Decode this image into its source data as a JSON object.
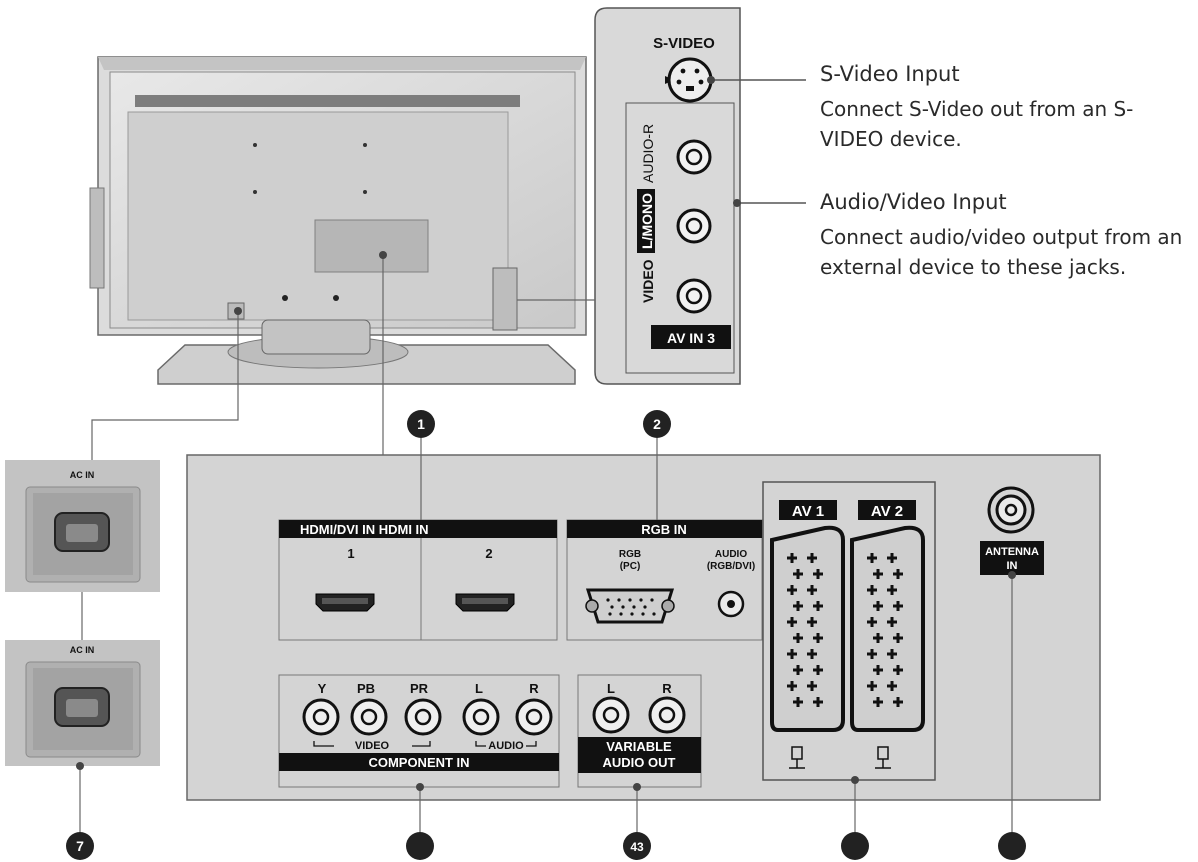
{
  "side_panel": {
    "svideo_label": "S-VIDEO",
    "audio_r_label": "AUDIO-R",
    "audio_l_mono_label": "L/MONO",
    "video_label": "VIDEO",
    "av_in3_label": "AV IN 3"
  },
  "callouts": {
    "svideo_title": "S-Video Input",
    "svideo_desc": "Connect S-Video out from an S-VIDEO device.",
    "av_title": "Audio/Video Input",
    "av_desc": "Connect audio/video output from an external device to these jacks."
  },
  "ac": {
    "top_label": "AC IN",
    "bottom_label": "AC IN"
  },
  "main_panel": {
    "hdmi_header": "HDMI/DVI IN HDMI IN",
    "hdmi_1": "1",
    "hdmi_2": "2",
    "rgb_header": "RGB IN",
    "rgb_pc_l1": "RGB",
    "rgb_pc_l2": "(PC)",
    "rgb_audio_l1": "AUDIO",
    "rgb_audio_l2": "(RGB/DVI)",
    "av1_label": "AV 1",
    "av2_label": "AV 2",
    "antenna_l1": "ANTENNA",
    "antenna_l2": "IN",
    "comp_y": "Y",
    "comp_pb": "PB",
    "comp_pr": "PR",
    "comp_l": "L",
    "comp_r": "R",
    "comp_video": "VIDEO",
    "comp_audio": "AUDIO",
    "comp_footer": "COMPONENT IN",
    "var_l": "L",
    "var_r": "R",
    "var_footer_l1": "VARIABLE",
    "var_footer_l2": "AUDIO OUT"
  },
  "markers": {
    "m1": "1",
    "m2": "2",
    "m7": "7",
    "m43": "43"
  }
}
